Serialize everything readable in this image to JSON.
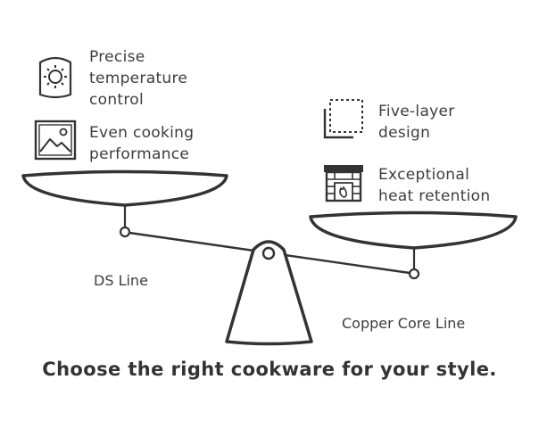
{
  "left_pan": {
    "label": "DS Line",
    "features": [
      {
        "icon": "thermostat-icon",
        "lines": [
          "Precise",
          "temperature",
          "control"
        ]
      },
      {
        "icon": "landscape-image-icon",
        "lines": [
          "Even cooking",
          "performance"
        ]
      }
    ]
  },
  "right_pan": {
    "label": "Copper Core Line",
    "features": [
      {
        "icon": "layered-square-icon",
        "lines": [
          "Five-layer",
          "design"
        ]
      },
      {
        "icon": "fireplace-icon",
        "lines": [
          "Exceptional",
          "heat retention"
        ]
      }
    ]
  },
  "caption": "Choose the right cookware for your style.",
  "colors": {
    "stroke": "#333333",
    "text": "#3d3d3d"
  }
}
